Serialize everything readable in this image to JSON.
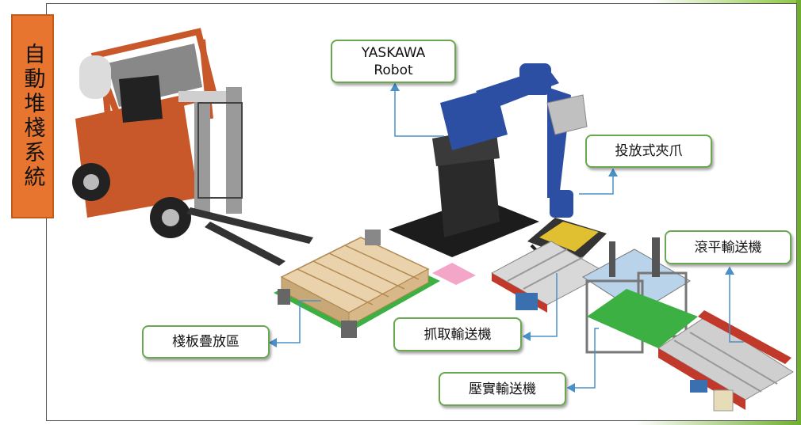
{
  "title": "自動堆棧系統",
  "labels": {
    "robot": "YASKAWA\nRobot",
    "gripper": "投放式夾爪",
    "roller_conveyor": "滾平輸送機",
    "pallet_area": "棧板疊放區",
    "pick_conveyor": "抓取輸送機",
    "press_conveyor": "壓實輸送機"
  },
  "colors": {
    "title_bg": "#e8752f",
    "label_border": "#6aa84f",
    "arrow": "#4a90c8",
    "forklift": "#c8582a",
    "robot": "#2c4fa3",
    "machine_green": "#3cb043"
  }
}
